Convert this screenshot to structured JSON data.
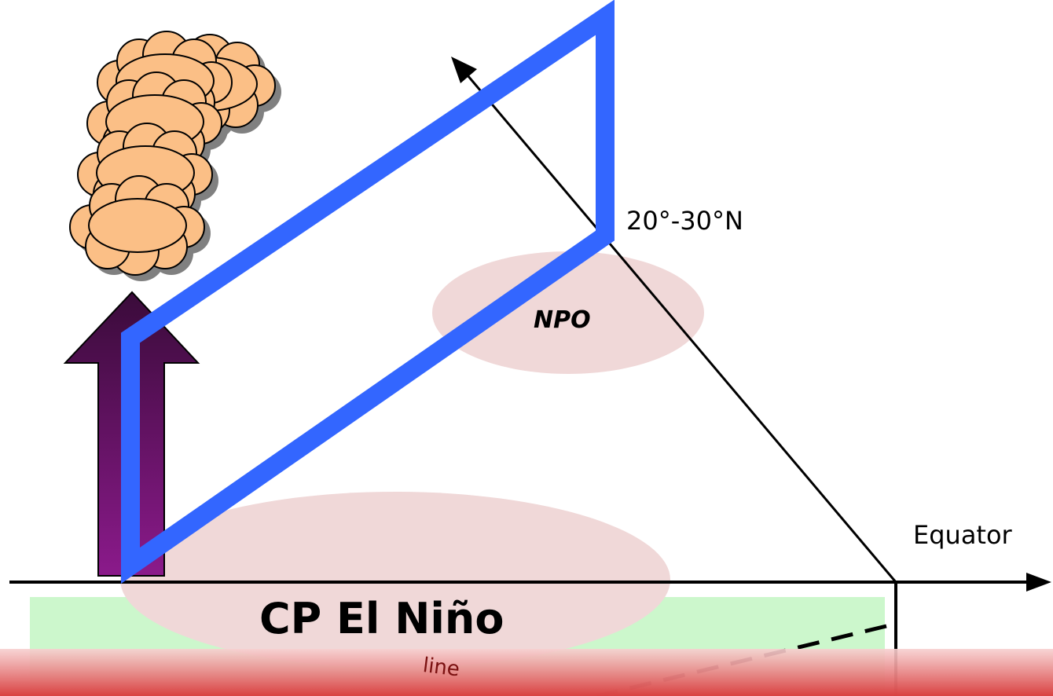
{
  "labels": {
    "lat_band": "20°-30°N",
    "npo": "NPO",
    "equator": "Equator",
    "cp_el_nino": "CP El Niño",
    "thermocline_partial": "line"
  },
  "colors": {
    "circulation_cell": "#3366ff",
    "anomaly_ellipse": "#f0d8d8",
    "ocean_box": "#ccf7cc",
    "cloud_fill": "#fbbf86",
    "cloud_shadow": "#808080",
    "arrow_top": "#3a0b3a",
    "arrow_bottom": "#8b1a8b",
    "bottom_band": "#d94040"
  },
  "icons": [
    "cloud-cluster-icon",
    "upward-convection-arrow-icon"
  ]
}
